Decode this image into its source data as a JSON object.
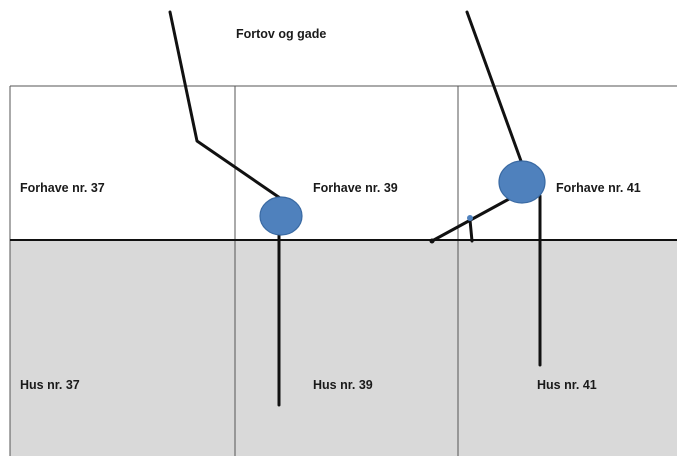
{
  "labels": {
    "street": "Fortov og gade",
    "yard_37": "Forhave nr. 37",
    "yard_39": "Forhave nr. 39",
    "yard_41": "Forhave nr. 41",
    "house_37": "Hus nr. 37",
    "house_39": "Hus nr. 39",
    "house_41": "Hus nr. 41"
  },
  "colors": {
    "house_fill": "#d9d9d9",
    "yard_fill": "#ffffff",
    "grid_line": "#555555",
    "boundary_line": "#111111",
    "tree_fill": "#4f81bd",
    "tree_stroke": "#3a6aa3",
    "trace_line": "#111111"
  }
}
